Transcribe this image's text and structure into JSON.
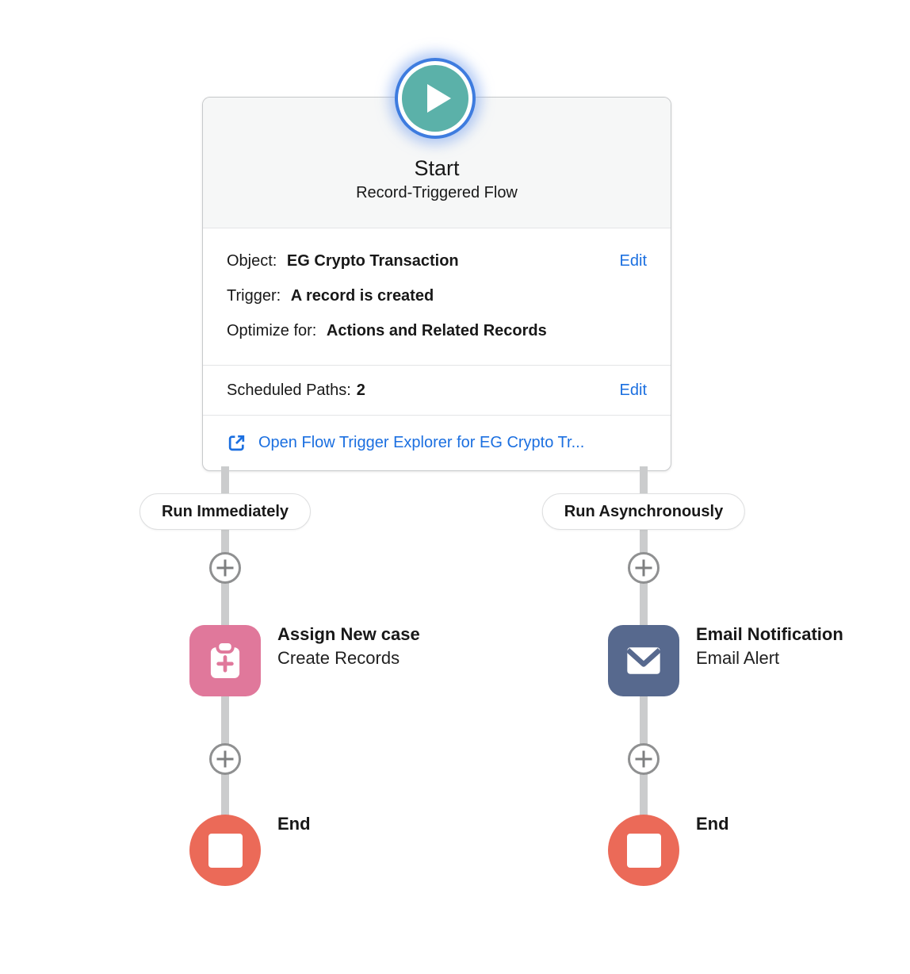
{
  "start": {
    "title": "Start",
    "subtitle": "Record-Triggered Flow",
    "details": [
      {
        "label": "Object:",
        "value": "EG Crypto Transaction"
      },
      {
        "label": "Trigger:",
        "value": "A record is created"
      },
      {
        "label": "Optimize for:",
        "value": "Actions and Related Records"
      }
    ],
    "edit_label": "Edit",
    "scheduled_paths": {
      "label": "Scheduled Paths:",
      "value": "2",
      "edit_label": "Edit"
    },
    "explorer_link_text": "Open Flow Trigger Explorer for EG Crypto Tr..."
  },
  "branches": [
    {
      "label": "Run Immediately",
      "node": {
        "title": "Assign New case",
        "subtitle": "Create Records",
        "icon": "create-records-icon"
      },
      "end_label": "End"
    },
    {
      "label": "Run Asynchronously",
      "node": {
        "title": "Email Notification",
        "subtitle": "Email Alert",
        "icon": "email-alert-icon"
      },
      "end_label": "End"
    }
  ],
  "colors": {
    "play_teal": "#5bb1a9",
    "selection_blue": "#3e7cdf",
    "link_blue": "#1b6fe0",
    "create_records_pink": "#e0789b",
    "email_alert_slate": "#57698e",
    "end_coral": "#eb6a58",
    "connector_gray": "#cbcccd"
  }
}
